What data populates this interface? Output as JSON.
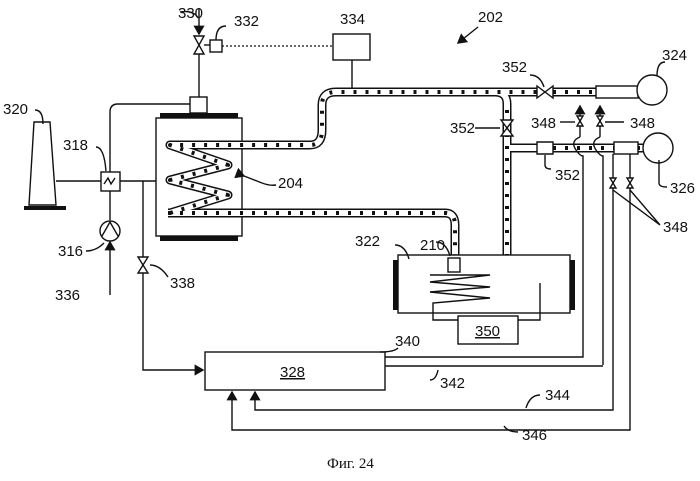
{
  "figure": {
    "caption": "Фиг. 24",
    "labels": {
      "l202": "202",
      "l204": "204",
      "l210": "210",
      "l316": "316",
      "l318": "318",
      "l320": "320",
      "l322": "322",
      "l324": "324",
      "l326": "326",
      "l328": "328",
      "l330": "330",
      "l332": "332",
      "l334": "334",
      "l336": "336",
      "l338": "338",
      "l340": "340",
      "l342": "342",
      "l344": "344",
      "l346": "346",
      "l348a": "348",
      "l348b": "348",
      "l348c": "348",
      "l350": "350",
      "l352a": "352",
      "l352b": "352",
      "l352c": "352"
    }
  }
}
